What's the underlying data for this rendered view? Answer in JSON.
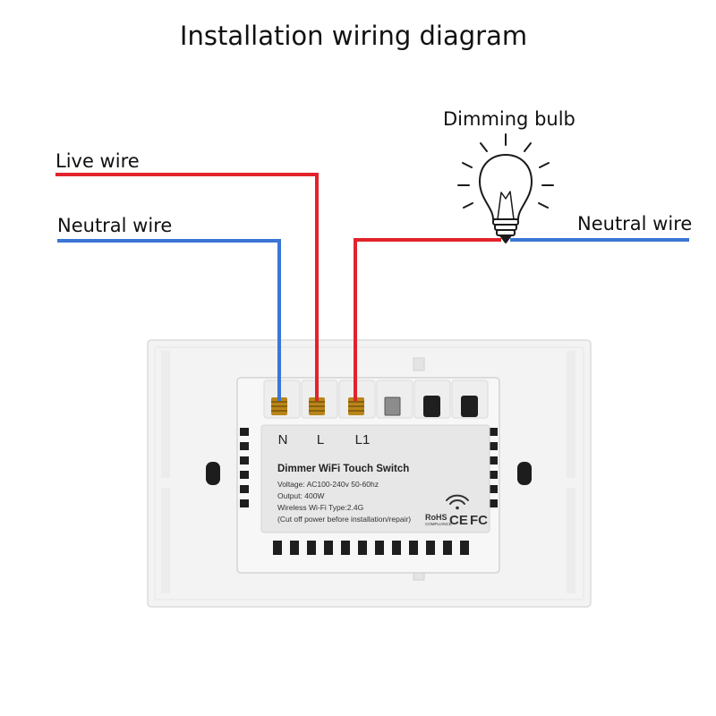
{
  "diagram": {
    "title": "Installation wiring diagram",
    "labels": {
      "live_wire": "Live wire",
      "neutral_wire_left": "Neutral wire",
      "neutral_wire_right": "Neutral wire",
      "dimming_bulb": "Dimming bulb"
    },
    "terminals": [
      "N",
      "L",
      "L1"
    ],
    "switch_label": {
      "title": "Dimmer WiFi Touch Switch",
      "lines": [
        "Voltage: AC100-240v  50-60hz",
        "Output: 400W",
        "Wireless Wi-Fi Type:2.4G",
        "(Cut off power before installation/repair)"
      ],
      "rohs": "RoHS",
      "rohs_sub": "COMPLIANCE",
      "ce": "CE",
      "fc": "FC"
    },
    "colors": {
      "live": "#e2232c",
      "neutral": "#3b76d6",
      "panel": "#f2f2f2",
      "body": "#f6f6f6",
      "label_bg": "#e6e6e6"
    }
  }
}
